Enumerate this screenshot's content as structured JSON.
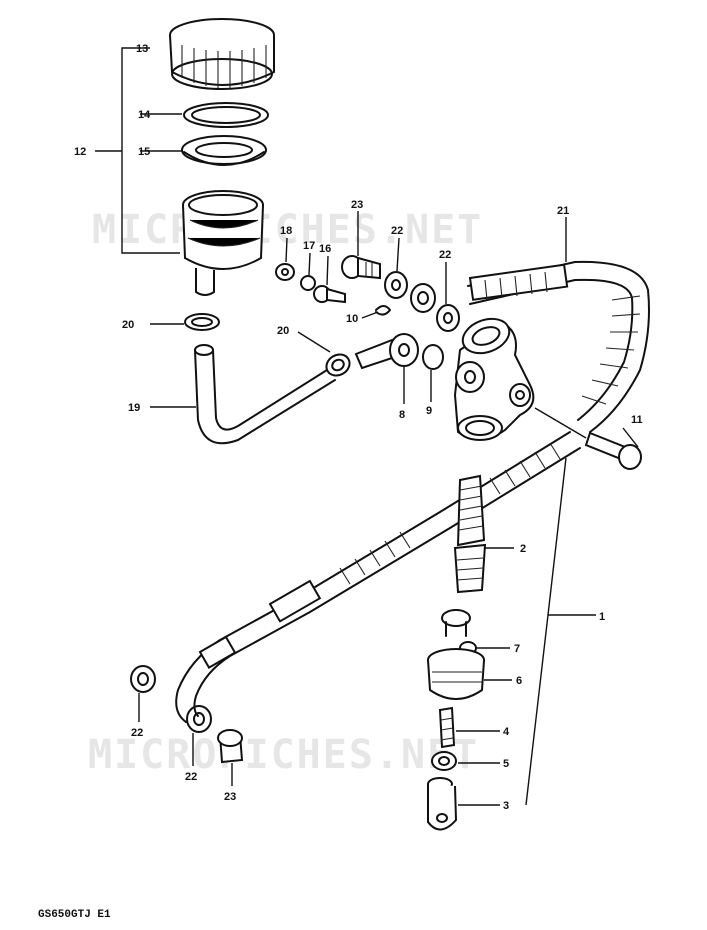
{
  "watermark": "MICROFICHES.NET",
  "model_code": "GS650GTJ E1",
  "callouts": {
    "p1": "1",
    "p2": "2",
    "p3": "3",
    "p4": "4",
    "p5": "5",
    "p6": "6",
    "p7": "7",
    "p8": "8",
    "p9": "9",
    "p10": "10",
    "p11": "11",
    "p12": "12",
    "p13": "13",
    "p14": "14",
    "p15": "15",
    "p16": "16",
    "p17": "17",
    "p18": "18",
    "p19": "19",
    "p20a": "20",
    "p20b": "20",
    "p21": "21",
    "p22a": "22",
    "p22b": "22",
    "p22c": "22",
    "p22d": "22",
    "p23a": "23",
    "p23b": "23"
  }
}
